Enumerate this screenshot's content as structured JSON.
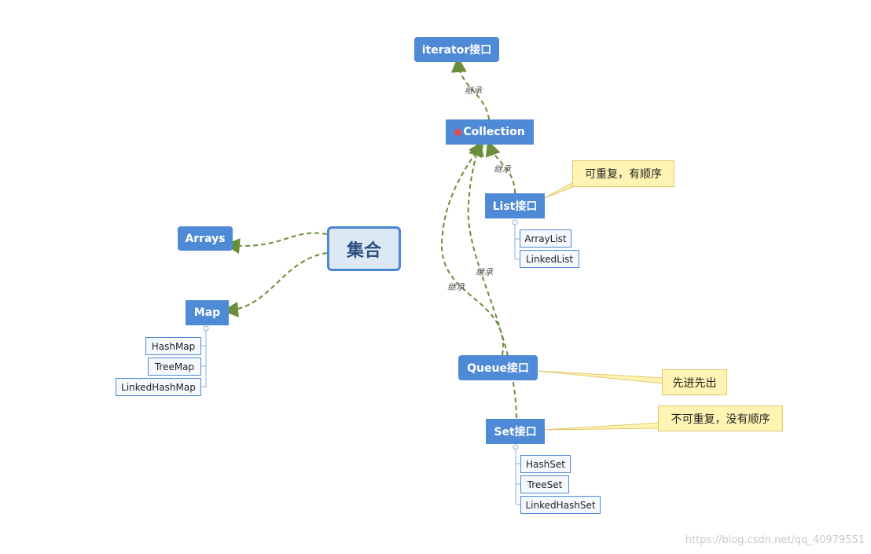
{
  "root": {
    "label": "集合"
  },
  "nodes": {
    "iterator": "iterator接口",
    "collection": "Collection",
    "list": "List接口",
    "queue": "Queue接口",
    "set": "Set接口",
    "arrays": "Arrays",
    "map": "Map"
  },
  "list_items": [
    "ArrayList",
    "LinkedList"
  ],
  "set_items": [
    "HashSet",
    "TreeSet",
    "LinkedHashSet"
  ],
  "map_items": [
    "HashMap",
    "TreeMap",
    "LinkedHashMap"
  ],
  "edge_labels": {
    "collection_iterator": "继承",
    "list_collection": "继承",
    "queue_collection": "继承",
    "set_collection": "继承"
  },
  "notes": {
    "list": "可重复，有顺序",
    "queue": "先进先出",
    "set": "不可重复，没有顺序"
  },
  "watermark": "https://blog.csdn.net/qq_40979551",
  "colors": {
    "node_blue": "#4f8ad6",
    "edge_green": "#6b8e3a",
    "note_yellow": "#fff4b3"
  }
}
